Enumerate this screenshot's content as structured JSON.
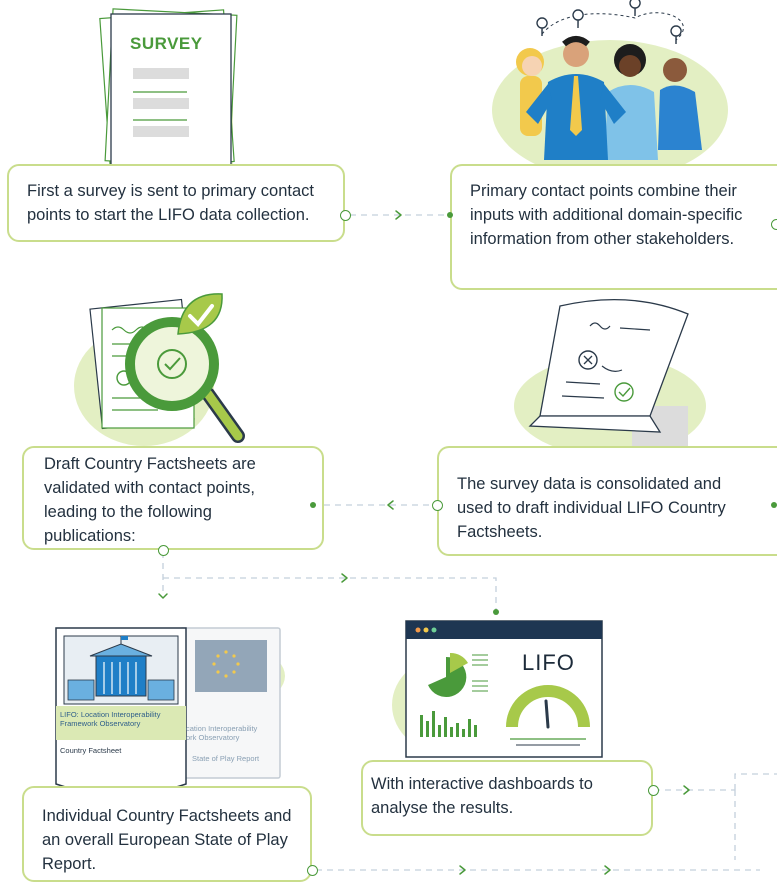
{
  "steps": [
    {
      "text": "First a survey is sent to primary contact points to start the LIFO data collection."
    },
    {
      "text": "Primary contact points combine their inputs with additional domain-specific information from other stakeholders."
    },
    {
      "text": "Draft Country Factsheets are validated with contact points, leading to the following publications:"
    },
    {
      "text": "The survey data is consolidated and used to draft individual LIFO Country Factsheets."
    },
    {
      "text": "With interactive dashboards to analyse the results."
    },
    {
      "text": "Individual Country Factsheets and an overall European State of Play Report."
    }
  ],
  "survey_doc": {
    "title": "SURVEY"
  },
  "dashboard": {
    "title": "LIFO"
  },
  "factsheet": {
    "front_title": "LIFO: Location Interoperability Framework Observatory",
    "front_subtitle": "Country Factsheet",
    "back_title": "cation Interoperability\nork Observatory",
    "back_subtitle": "State of Play Report"
  },
  "colors": {
    "accent_green": "#4a9a3b",
    "card_border": "#c9dd8c",
    "blob": "#e3efc3",
    "blue": "#1f7fc7"
  }
}
